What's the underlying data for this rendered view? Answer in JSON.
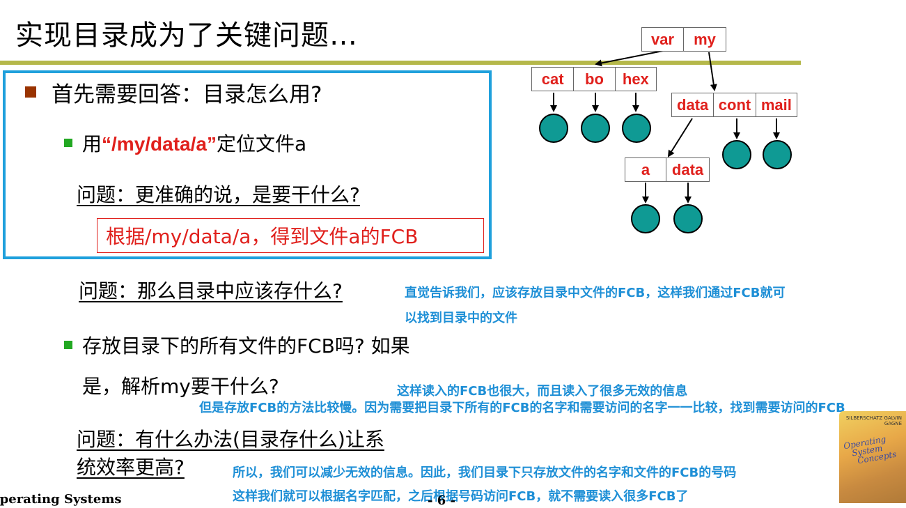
{
  "title": "实现目录成为了关键问题…",
  "items": {
    "q_main": "首先需要回答：目录怎么用?",
    "use_prefix": "用",
    "use_path": "“/my/data/a”",
    "use_suffix": "定位文件a",
    "q_precise": "问题：更准确的说，是要干什么?",
    "answer_fcb": "根据/my/data/a，得到文件a的FCB",
    "q_store": "问题：那么目录中应该存什么?",
    "note_store_1": "直觉告诉我们，应该存放目录中文件的FCB，这样我们通过FCB就可",
    "note_store_2": "以找到目录中的文件",
    "store_all_1": "存放目录下的所有文件的FCB吗? 如果",
    "store_all_2": "是，解析my要干什么?",
    "note_big": "这样读入的FCB也很大，而且读入了很多无效的信息",
    "note_slow": "但是存放FCB的方法比较慢。因为需要把目录下所有的FCB的名字和需要访问的名字一一比较，找到需要访问的FCB",
    "q_efficient_1": "问题：有什么办法(目录存什么)让系",
    "q_efficient_2": "统效率更高?",
    "note_reduce_1": "所以，我们可以减少无效的信息。因此，我们目录下只存放文件的名字和文件的FCB的号码",
    "note_reduce_2": "这样我们就可以根据名字匹配，之后根据号码访问FCB，就不需要读入很多FCB了",
    "footer": "Operating Systems",
    "page_num": "- 6 -"
  },
  "tree": {
    "root": [
      "var",
      "my"
    ],
    "var_children": [
      "cat",
      "bo",
      "hex"
    ],
    "my_children": [
      "data",
      "cont",
      "mail"
    ],
    "data_children": [
      "a",
      "data"
    ]
  },
  "book": {
    "title_lines": [
      "Operating",
      "System",
      "Concepts"
    ],
    "authors": "SILBERSCHATZ GALVIN GAGNE"
  },
  "colors": {
    "title_rule": "#b5b84a",
    "frame": "#1fa0dc",
    "highlight": "#e0201c",
    "note": "#1e8fd6",
    "node": "#0f9a94"
  }
}
